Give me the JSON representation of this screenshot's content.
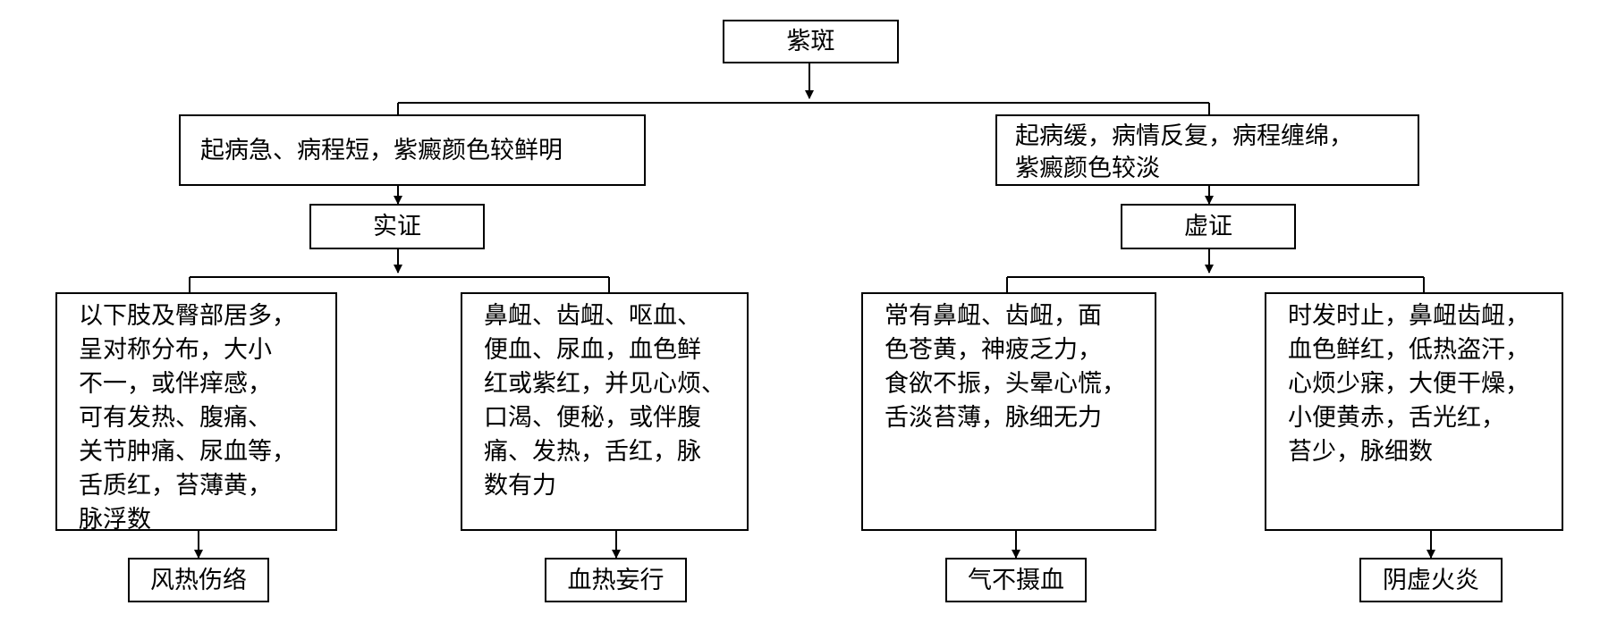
{
  "diagram": {
    "root": "紫斑",
    "left_branch": {
      "criteria": "起病急、病程短，紫癜颜色较鲜明",
      "category": "实证",
      "children": [
        {
          "lines": [
            "以下肢及臀部居多，",
            "呈对称分布，大小",
            "不一，或伴痒感，",
            "可有发热、腹痛、",
            "关节肿痛、尿血等，",
            "舌质红，苔薄黄，",
            "脉浮数"
          ],
          "result": "风热伤络"
        },
        {
          "lines": [
            "鼻衄、齿衄、呕血、",
            "便血、尿血，血色鲜",
            "红或紫红，并见心烦、",
            "口渴、便秘，或伴腹",
            "痛、发热，舌红，脉",
            "数有力"
          ],
          "result": "血热妄行"
        }
      ]
    },
    "right_branch": {
      "criteria_lines": [
        "起病缓，病情反复，病程缠绵，",
        "紫癜颜色较淡"
      ],
      "category": "虚证",
      "children": [
        {
          "lines": [
            "常有鼻衄、齿衄，面",
            "色苍黄，神疲乏力，",
            "食欲不振，头晕心慌，",
            "舌淡苔薄，脉细无力"
          ],
          "result": "气不摄血"
        },
        {
          "lines": [
            "时发时止，鼻衄齿衄，",
            "血色鲜红，低热盗汗，",
            "心烦少寐，大便干燥，",
            "小便黄赤，舌光红，",
            "苔少，脉细数"
          ],
          "result": "阴虚火炎"
        }
      ]
    }
  }
}
